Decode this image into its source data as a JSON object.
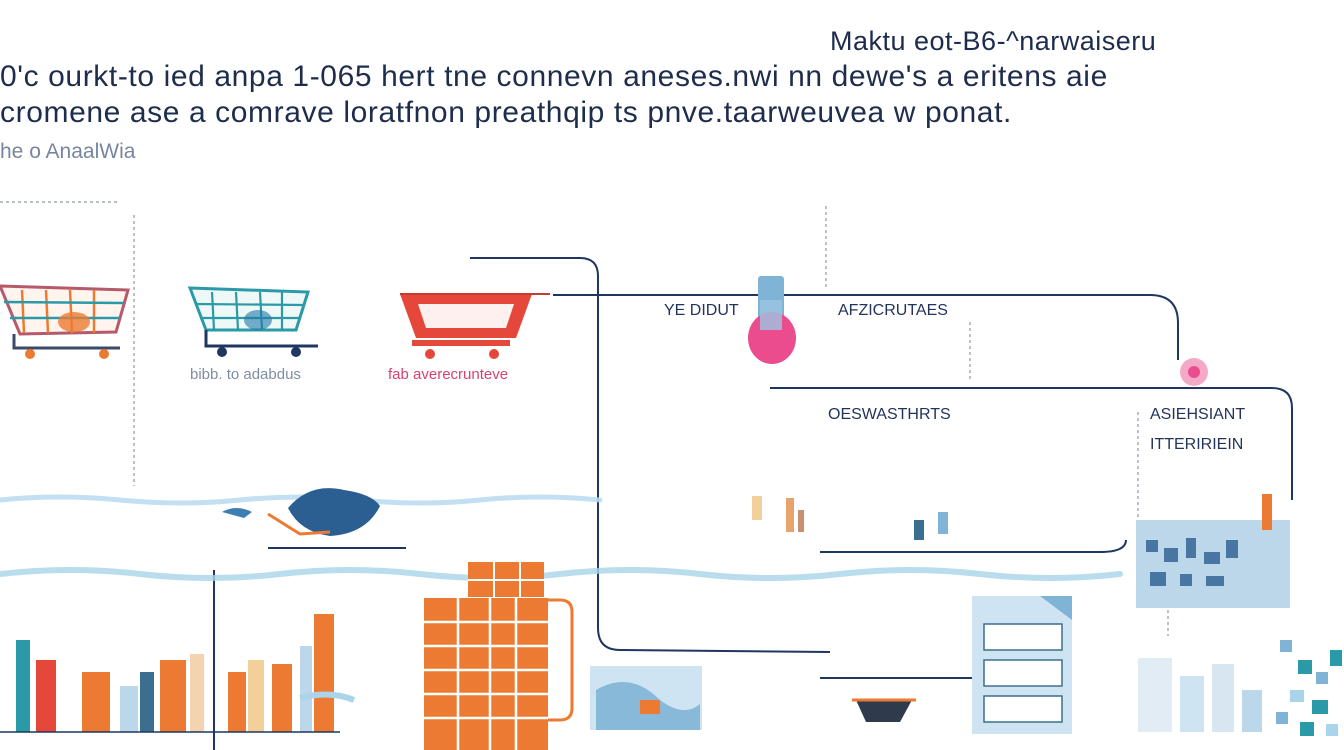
{
  "header": {
    "corner_title": "Maktu eot-B6-^narwaiseru",
    "headline_1": "0'c ourkt-to ied anpa 1-065 hert tne connevn aneses.nwi nn dewe's a eritens aie",
    "headline_2": "cromene ase a comrave loratfnon preathqip ts pnve.taarweuvea w ponat.",
    "subline": "he o AnaalWia"
  },
  "diagram": {
    "caption_left": "bibb. to adabdus",
    "caption_right": "fab averecrunteve",
    "label_left": "YE DIDUT",
    "label_right": "AFZICRUTAES",
    "label_middle": "OESWASTHRTS",
    "label_right_1": "ASIEHSIANT",
    "label_right_2": "ITTERIRIEIN"
  },
  "colors": {
    "navy": "#1f3760",
    "orange": "#ec7a32",
    "red": "#e5473a",
    "teal": "#2a9aa8",
    "pink": "#ea4c8e",
    "lightblue": "#7fb4d6",
    "cream": "#f3cf9a"
  },
  "icons": [
    "shopping-cart-icon",
    "shopping-cart-icon",
    "shopping-cart-icon",
    "mailbox-icon",
    "pin-icon",
    "spreadsheet-icon",
    "building-icon"
  ]
}
